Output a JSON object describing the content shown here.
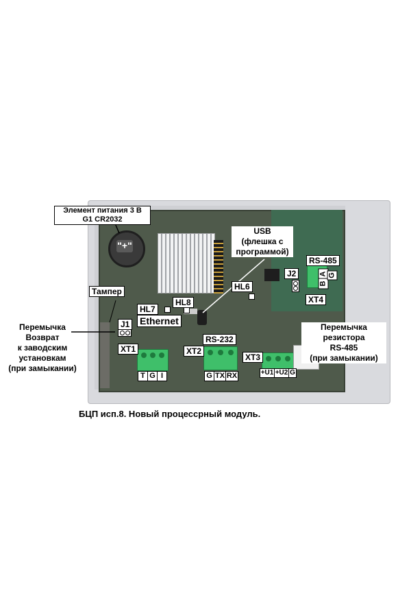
{
  "labels": {
    "battery": "Элемент питания 3 В\nG1 CR2032",
    "battery_plus": "\"+\"",
    "usb": "USB\n(флешка с\nпрограммой)",
    "rs485_top": "RS-485",
    "tamper": "Тампер",
    "hl6": "HL6",
    "j2": "J2",
    "ab": [
      "A",
      "B",
      "G"
    ],
    "xt4": "XT4",
    "hl7": "HL7",
    "hl8": "HL8",
    "ethernet": "Ethernet",
    "reset_jumper": "Перемычка\nВозврат\nк заводским\nустановкам\n(при замыкании)",
    "j1": "J1",
    "xt1": "XT1",
    "rs232": "RS-232",
    "xt2": "XT2",
    "xt3": "XT3",
    "rs485_jumper": "Перемычка\nрезистора\nRS-485\n(при замыкании)",
    "xt1_pins": [
      "T",
      "G",
      "I"
    ],
    "xt2_pins": [
      "G",
      "TX",
      "RX"
    ],
    "xt3_pins": [
      "+U1",
      "+U2",
      "G"
    ]
  },
  "caption": "БЦП исп.8. Новый процессрный модуль.",
  "colors": {
    "pcb": "#4f5a4b",
    "terminal": "#3fbf6a",
    "label_bg": "#ffffff"
  }
}
